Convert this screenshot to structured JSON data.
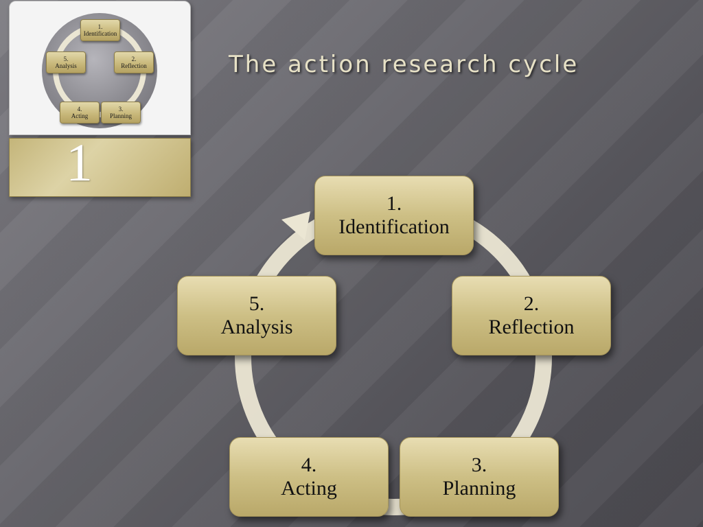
{
  "title": "The action research cycle",
  "slide_number": "1",
  "cycle": [
    {
      "num": "1.",
      "label": "Identification"
    },
    {
      "num": "2.",
      "label": "Reflection"
    },
    {
      "num": "3.",
      "label": "Planning"
    },
    {
      "num": "4.",
      "label": "Acting"
    },
    {
      "num": "5.",
      "label": "Analysis"
    }
  ],
  "colors": {
    "box_fill": "#cdbf85",
    "ring": "#ebe6d3",
    "title": "#e7e1c6"
  }
}
